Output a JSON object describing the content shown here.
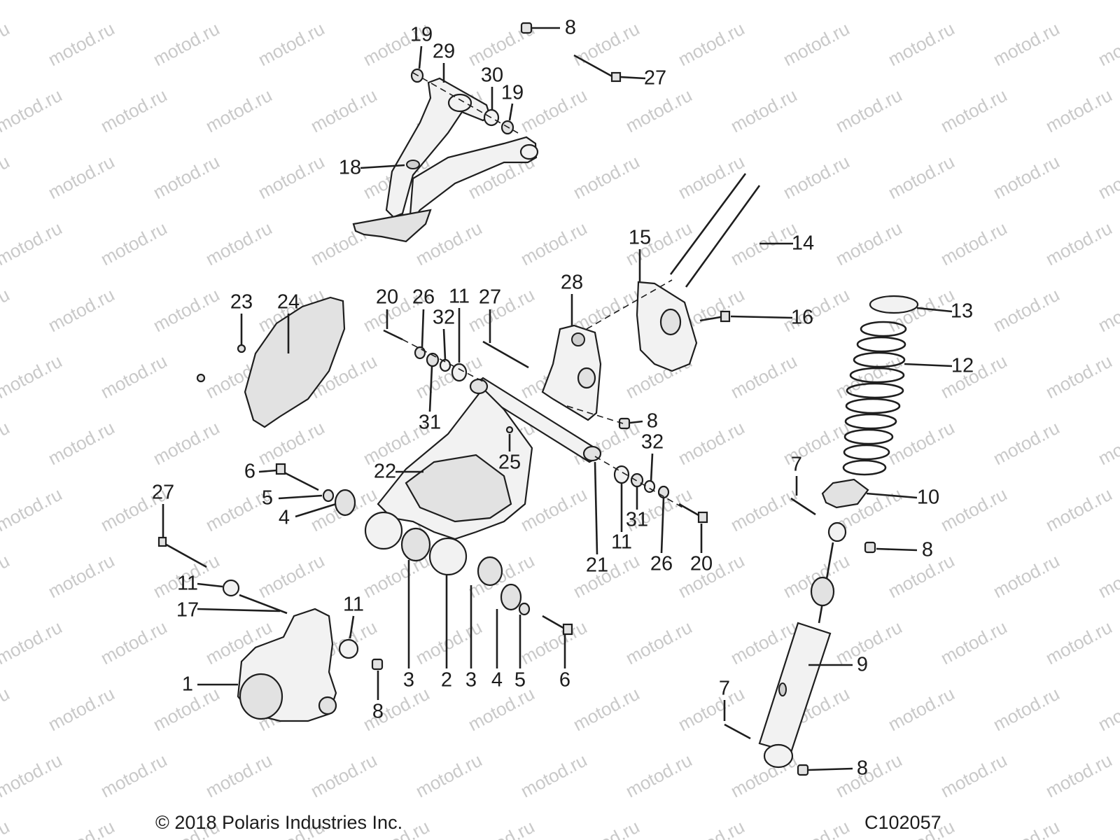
{
  "watermark": "motod.ru",
  "copyright": "© 2018 Polaris Industries Inc.",
  "figure_id": "C102057",
  "callouts": [
    {
      "id": "c1",
      "label": "1"
    },
    {
      "id": "c2",
      "label": "2"
    },
    {
      "id": "c3a",
      "label": "3"
    },
    {
      "id": "c3b",
      "label": "3"
    },
    {
      "id": "c4a",
      "label": "4"
    },
    {
      "id": "c4b",
      "label": "4"
    },
    {
      "id": "c5a",
      "label": "5"
    },
    {
      "id": "c5b",
      "label": "5"
    },
    {
      "id": "c6a",
      "label": "6"
    },
    {
      "id": "c6b",
      "label": "6"
    },
    {
      "id": "c7a",
      "label": "7"
    },
    {
      "id": "c7b",
      "label": "7"
    },
    {
      "id": "c8a",
      "label": "8"
    },
    {
      "id": "c8b",
      "label": "8"
    },
    {
      "id": "c8c",
      "label": "8"
    },
    {
      "id": "c8d",
      "label": "8"
    },
    {
      "id": "c8e",
      "label": "8"
    },
    {
      "id": "c9",
      "label": "9"
    },
    {
      "id": "c10",
      "label": "10"
    },
    {
      "id": "c11a",
      "label": "11"
    },
    {
      "id": "c11b",
      "label": "11"
    },
    {
      "id": "c11c",
      "label": "11"
    },
    {
      "id": "c11d",
      "label": "11"
    },
    {
      "id": "c12",
      "label": "12"
    },
    {
      "id": "c13",
      "label": "13"
    },
    {
      "id": "c14",
      "label": "14"
    },
    {
      "id": "c15",
      "label": "15"
    },
    {
      "id": "c16",
      "label": "16"
    },
    {
      "id": "c17",
      "label": "17"
    },
    {
      "id": "c18",
      "label": "18"
    },
    {
      "id": "c19a",
      "label": "19"
    },
    {
      "id": "c19b",
      "label": "19"
    },
    {
      "id": "c20a",
      "label": "20"
    },
    {
      "id": "c20b",
      "label": "20"
    },
    {
      "id": "c21",
      "label": "21"
    },
    {
      "id": "c22",
      "label": "22"
    },
    {
      "id": "c23",
      "label": "23"
    },
    {
      "id": "c24",
      "label": "24"
    },
    {
      "id": "c25",
      "label": "25"
    },
    {
      "id": "c26a",
      "label": "26"
    },
    {
      "id": "c26b",
      "label": "26"
    },
    {
      "id": "c27a",
      "label": "27"
    },
    {
      "id": "c27b",
      "label": "27"
    },
    {
      "id": "c27c",
      "label": "27"
    },
    {
      "id": "c28",
      "label": "28"
    },
    {
      "id": "c29",
      "label": "29"
    },
    {
      "id": "c30",
      "label": "30"
    },
    {
      "id": "c31a",
      "label": "31"
    },
    {
      "id": "c31b",
      "label": "31"
    },
    {
      "id": "c32a",
      "label": "32"
    },
    {
      "id": "c32b",
      "label": "32"
    }
  ]
}
